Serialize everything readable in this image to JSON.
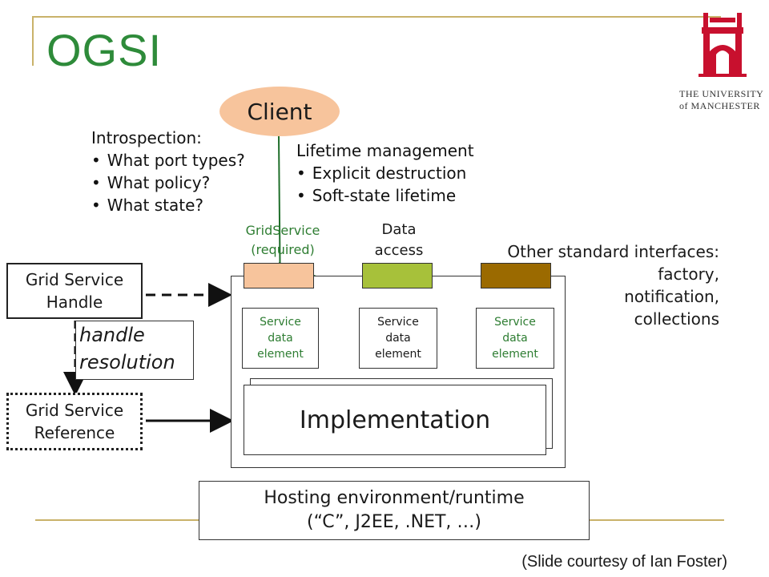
{
  "title": "OGSI",
  "logo": {
    "university_line1": "THE UNIVERSITY",
    "university_line2": "of MANCHESTER",
    "color": "#c8102e"
  },
  "client": "Client",
  "introspection": {
    "heading": "Introspection:",
    "items": [
      "What port types?",
      "What policy?",
      "What state?"
    ]
  },
  "lifetime": {
    "heading": "Lifetime management",
    "items": [
      "Explicit destruction",
      "Soft-state lifetime"
    ]
  },
  "gridservice_label": {
    "line1": "GridService",
    "line2": "(required)"
  },
  "data_access_label": {
    "line1": "Data",
    "line2": "access"
  },
  "other_interfaces": {
    "lines": [
      "Other standard interfaces:",
      "factory,",
      "notification,",
      "collections"
    ]
  },
  "ports": {
    "gridservice_color": "#f7c49c",
    "data_color": "#a7c13a",
    "other_color": "#9b6a00"
  },
  "service_data_elements": [
    {
      "lines": [
        "Service",
        "data",
        "element"
      ],
      "color": "#2e7d32"
    },
    {
      "lines": [
        "Service",
        "data",
        "element"
      ],
      "color": "#1a1a1a"
    },
    {
      "lines": [
        "Service",
        "data",
        "element"
      ],
      "color": "#2e7d32"
    }
  ],
  "implementation": "Implementation",
  "handle": {
    "line1": "Grid Service",
    "line2": "Handle"
  },
  "resolution": {
    "line1": "handle",
    "line2": "resolution"
  },
  "reference": {
    "line1": "Grid Service",
    "line2": "Reference"
  },
  "hosting": {
    "line1": "Hosting environment/runtime",
    "line2": "(“C”, J2EE, .NET, …)"
  },
  "credit": "(Slide courtesy of Ian Foster)"
}
